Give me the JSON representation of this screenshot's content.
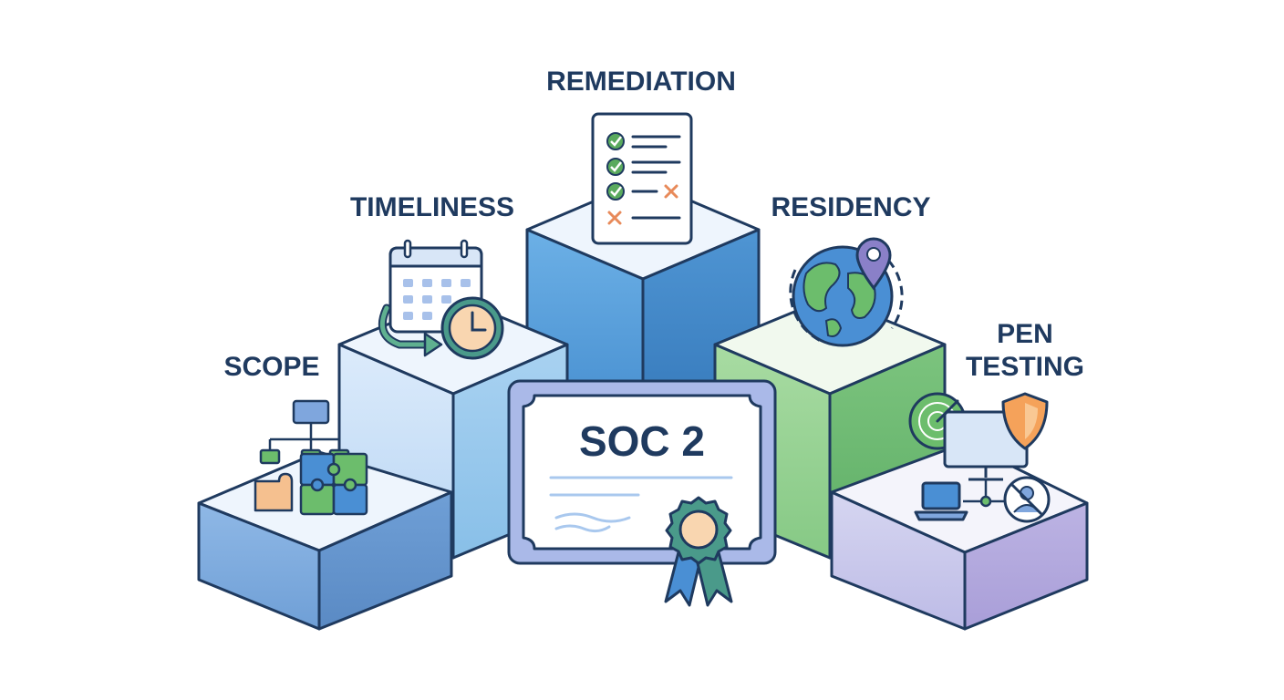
{
  "labels": {
    "scope": "SCOPE",
    "timeliness": "TIMELINESS",
    "remediation": "REMEDIATION",
    "residency": "RESIDENCY",
    "pen_testing_line1": "PEN",
    "pen_testing_line2": "TESTING"
  },
  "certificate": {
    "title": "SOC 2"
  },
  "colors": {
    "outline": "#1f3a5f",
    "blue_light": "#a9c8ee",
    "blue_mid": "#5fa3dc",
    "blue_dark": "#3f86c6",
    "green": "#7dc77e",
    "purple": "#b7b3e0",
    "orange": "#f5c08f",
    "teal": "#4a9a8a"
  }
}
